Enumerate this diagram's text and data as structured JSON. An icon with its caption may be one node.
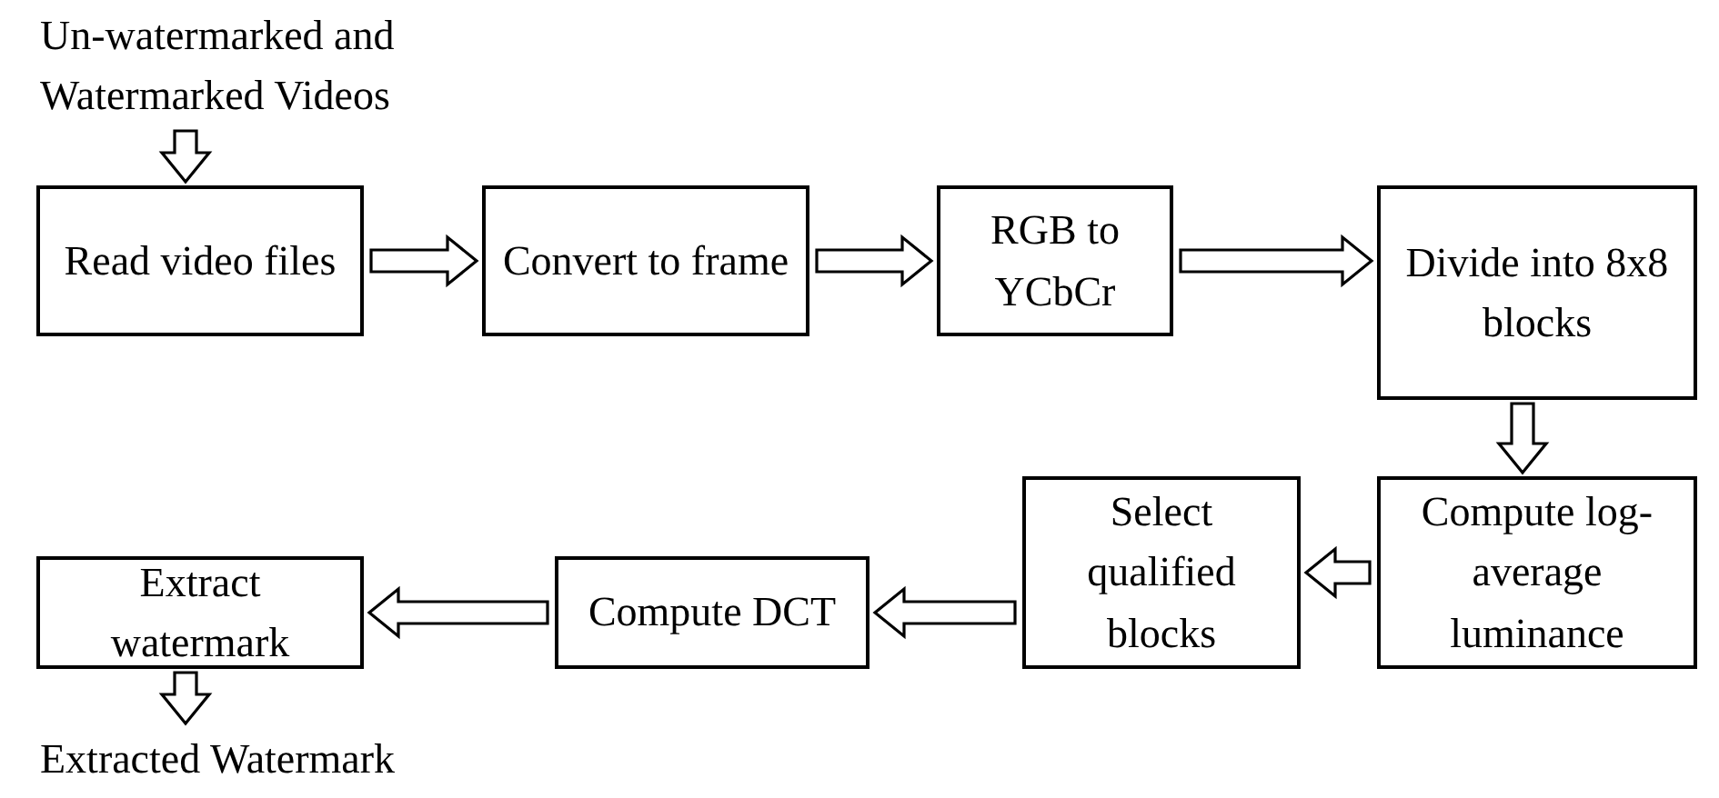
{
  "diagram": {
    "nodes": [
      {
        "text": [
          "Un-watermarked and Watermarked Videos"
        ]
      },
      {
        "text": [
          "Read video files"
        ]
      },
      {
        "text": [
          "Convert to frame"
        ]
      },
      {
        "text": [
          "RGB to YCbCr"
        ]
      },
      {
        "text": [
          "Divide into 8x8 blocks"
        ]
      },
      {
        "text": [
          "Compute log-average luminance"
        ]
      },
      {
        "text": [
          "Select qualified blocks"
        ]
      },
      {
        "text": [
          "Compute DCT"
        ]
      },
      {
        "text": [
          "Extract watermark"
        ]
      },
      {
        "text": [
          "Extracted Watermark"
        ]
      }
    ],
    "edges": [
      {
        "from": 0,
        "to": 1,
        "arrow": "to"
      },
      {
        "from": 1,
        "to": 2,
        "arrow": "to"
      },
      {
        "from": 2,
        "to": 3,
        "arrow": "to"
      },
      {
        "from": 3,
        "to": 4,
        "arrow": "to"
      },
      {
        "from": 4,
        "to": 5,
        "arrow": "to"
      },
      {
        "from": 5,
        "to": 6,
        "arrow": "to"
      },
      {
        "from": 6,
        "to": 7,
        "arrow": "to"
      },
      {
        "from": 7,
        "to": 8,
        "arrow": "to"
      },
      {
        "from": 8,
        "to": 9,
        "arrow": "to"
      }
    ]
  }
}
